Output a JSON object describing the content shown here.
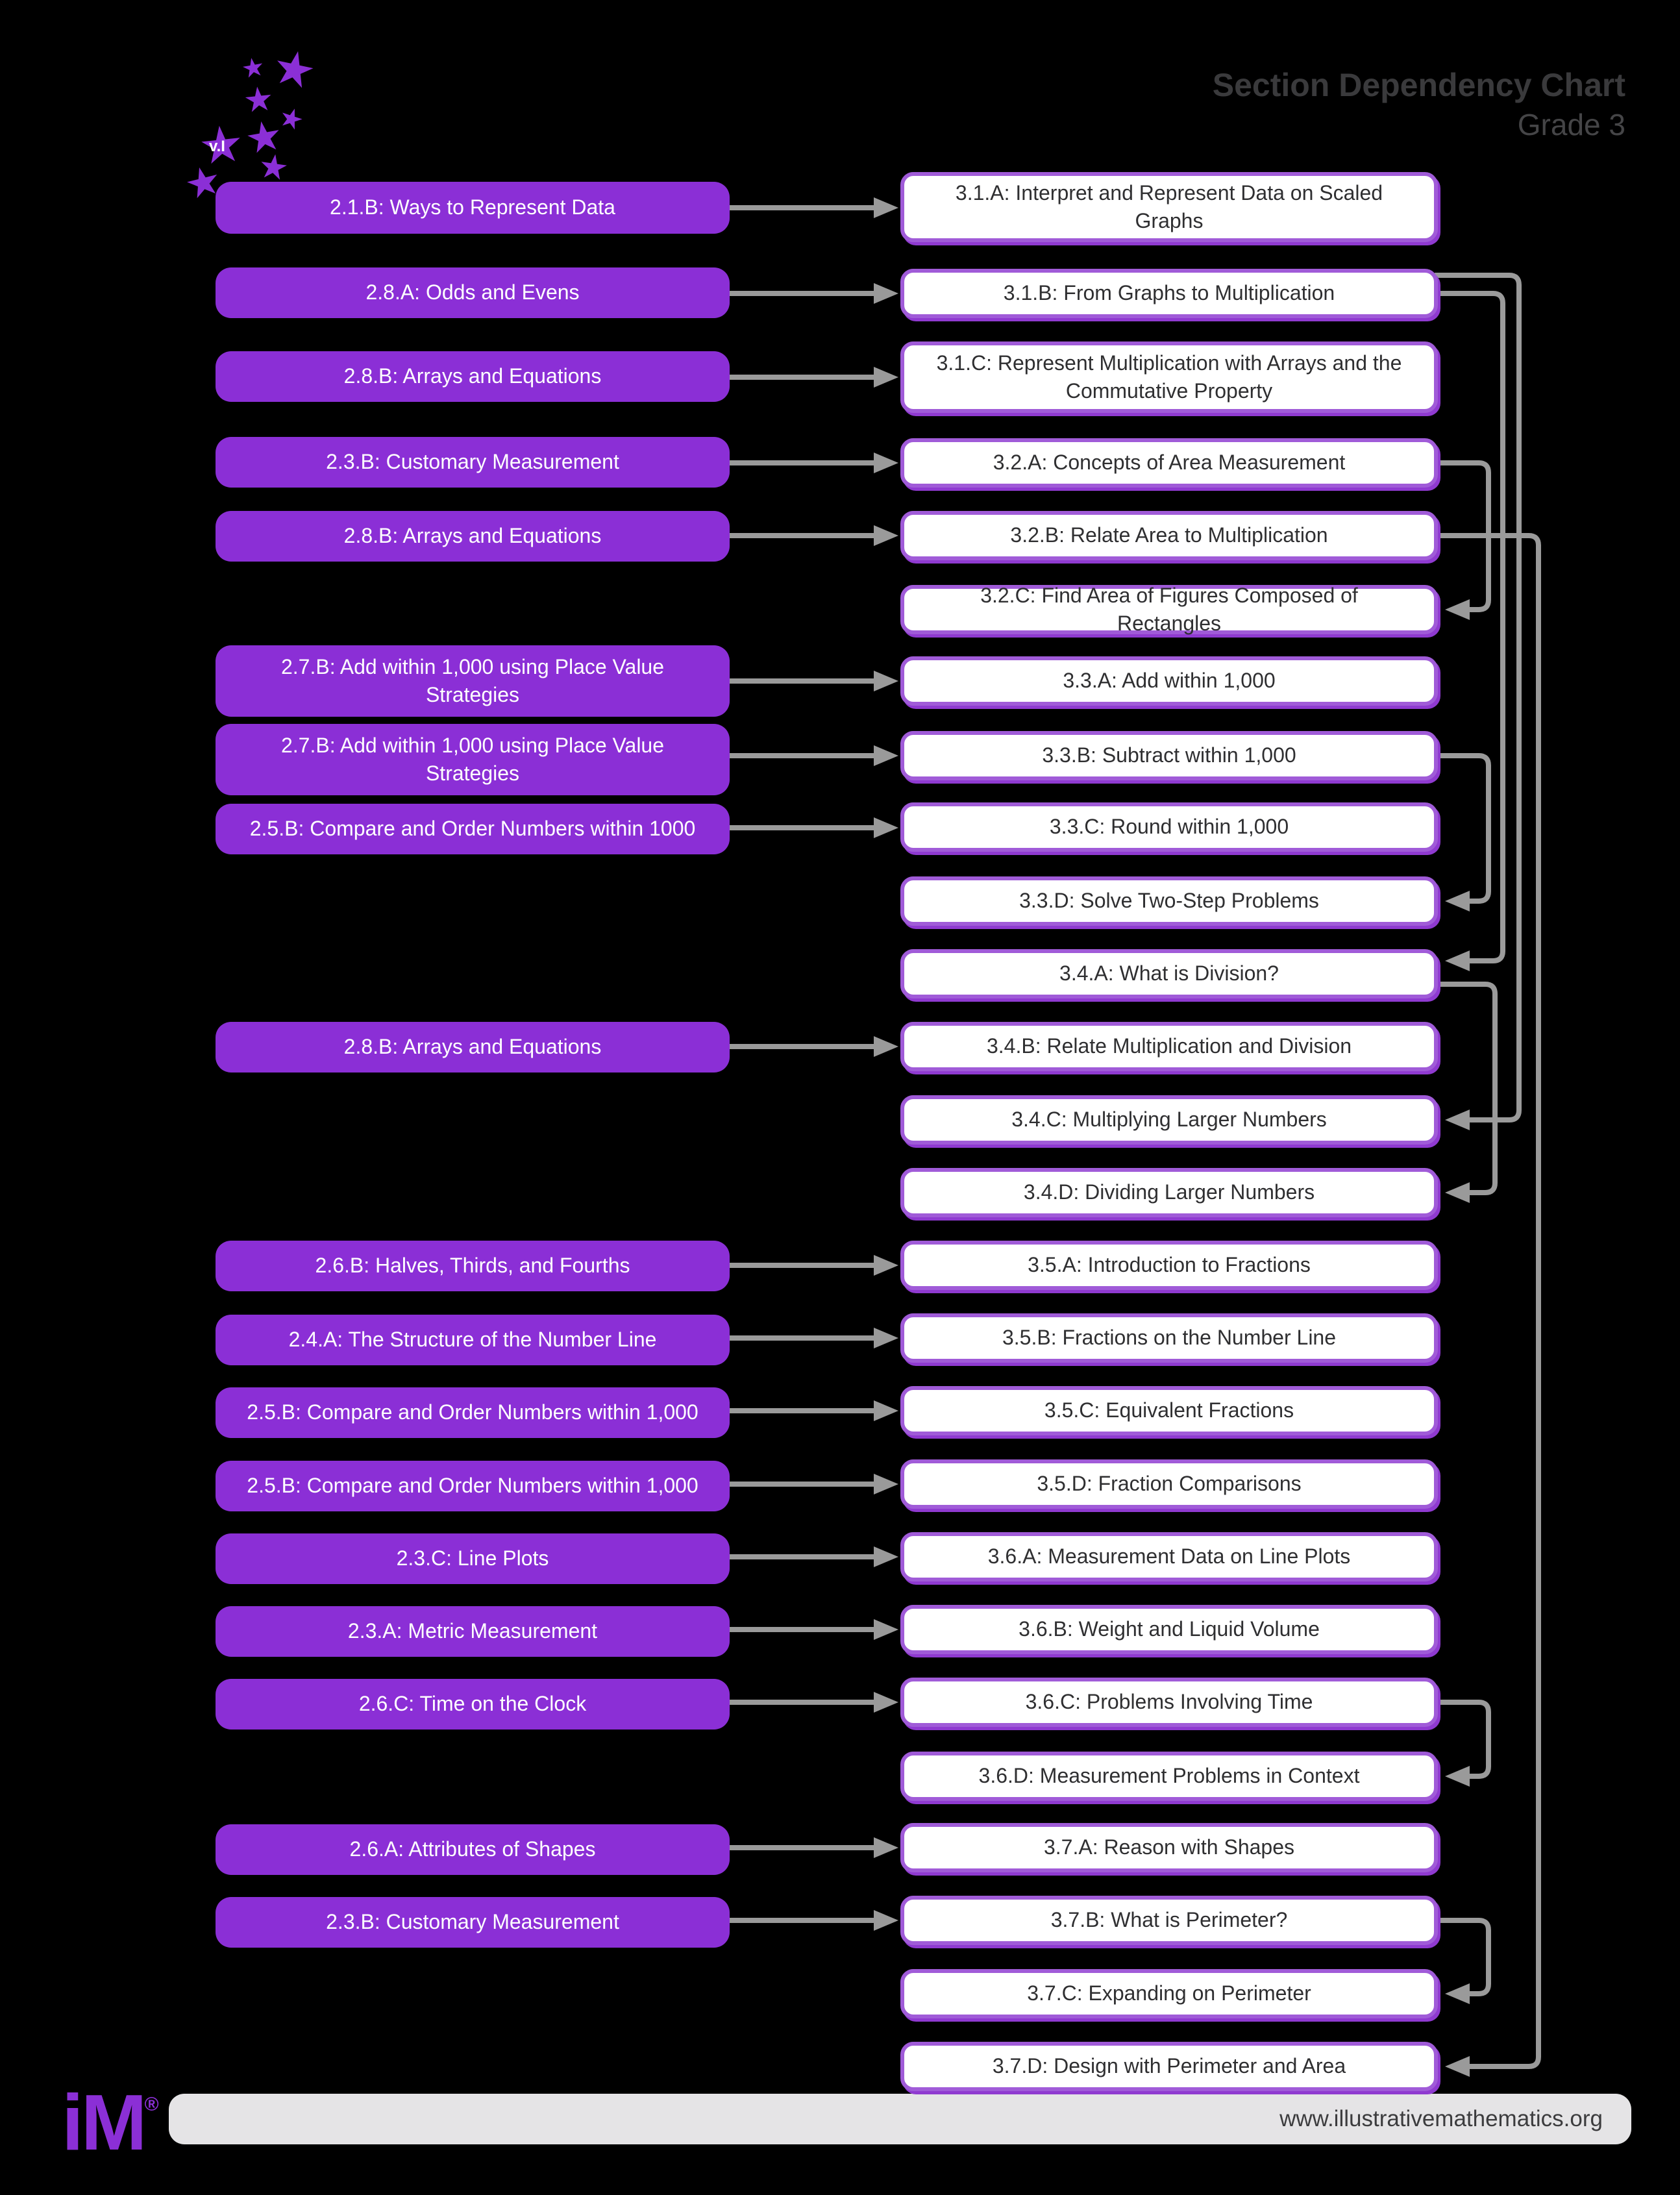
{
  "header": {
    "title": "Section Dependency Chart",
    "subtitle": "Grade 3"
  },
  "logo_top": {
    "star_glyph": "★",
    "version_label": "v.I"
  },
  "logo_bottom": {
    "wordmark": "iM",
    "registered": "®"
  },
  "footer": {
    "url": "www.illustrativemathematics.org"
  },
  "colors": {
    "background": "#000000",
    "grade2_box_fill": "#8B2FD6",
    "grade2_box_text": "#FFFFFF",
    "grade3_box_fill": "#FFFFFF",
    "grade3_box_border": "#A05BD8",
    "grade3_box_text": "#2F2F31",
    "arrow": "#9A9A9A",
    "header_text": "#3A3A3C",
    "footer_bar": "#E5E4E6",
    "footer_text": "#3C3C3E"
  },
  "rows": [
    {
      "left": "2.1.B: Ways to Represent Data",
      "right": "3.1.A: Interpret and Represent Data on Scaled Graphs"
    },
    {
      "left": "2.8.A: Odds and Evens",
      "right": "3.1.B: From Graphs to Multiplication"
    },
    {
      "left": "2.8.B: Arrays and Equations",
      "right": "3.1.C: Represent Multiplication with Arrays and the Commutative Property"
    },
    {
      "left": "2.3.B: Customary Measurement",
      "right": "3.2.A: Concepts of Area Measurement"
    },
    {
      "left": "2.8.B: Arrays and Equations",
      "right": "3.2.B: Relate Area to Multiplication"
    },
    {
      "right": "3.2.C: Find Area of Figures Composed of Rectangles"
    },
    {
      "left": "2.7.B: Add within 1,000 using Place Value Strategies",
      "right": "3.3.A: Add within 1,000"
    },
    {
      "left": "2.7.B: Add within 1,000 using Place Value Strategies",
      "right": "3.3.B: Subtract within 1,000"
    },
    {
      "left": "2.5.B: Compare and Order Numbers within 1000",
      "right": "3.3.C: Round within 1,000"
    },
    {
      "right": "3.3.D: Solve Two-Step Problems"
    },
    {
      "right": "3.4.A: What is Division?"
    },
    {
      "left": "2.8.B: Arrays and Equations",
      "right": "3.4.B: Relate Multiplication and Division"
    },
    {
      "right": "3.4.C: Multiplying Larger Numbers"
    },
    {
      "right": "3.4.D: Dividing Larger Numbers"
    },
    {
      "left": "2.6.B: Halves, Thirds, and Fourths",
      "right": "3.5.A: Introduction to Fractions"
    },
    {
      "left": "2.4.A: The Structure of the Number Line",
      "right": "3.5.B: Fractions on the Number Line"
    },
    {
      "left": "2.5.B: Compare and Order Numbers within 1,000",
      "right": "3.5.C: Equivalent Fractions"
    },
    {
      "left": "2.5.B: Compare and Order Numbers within 1,000",
      "right": "3.5.D: Fraction Comparisons"
    },
    {
      "left": "2.3.C: Line Plots",
      "right": "3.6.A: Measurement Data on Line Plots"
    },
    {
      "left": "2.3.A: Metric Measurement",
      "right": "3.6.B: Weight and Liquid Volume"
    },
    {
      "left": "2.6.C: Time on the Clock",
      "right": "3.6.C: Problems Involving Time"
    },
    {
      "right": "3.6.D: Measurement Problems in Context"
    },
    {
      "left": "2.6.A: Attributes of Shapes",
      "right": "3.7.A: Reason with Shapes"
    },
    {
      "left": "2.3.B: Customary Measurement",
      "right": "3.7.B: What is Perimeter?"
    },
    {
      "right": "3.7.C: Expanding on Perimeter"
    },
    {
      "right": "3.7.D: Design with Perimeter and Area"
    }
  ],
  "dependencies": {
    "grade2_to_grade3": [
      {
        "from": "2.1.B",
        "to": "3.1.A"
      },
      {
        "from": "2.8.A",
        "to": "3.1.B"
      },
      {
        "from": "2.8.B",
        "to": "3.1.C"
      },
      {
        "from": "2.3.B",
        "to": "3.2.A"
      },
      {
        "from": "2.8.B",
        "to": "3.2.B"
      },
      {
        "from": "2.7.B",
        "to": "3.3.A"
      },
      {
        "from": "2.7.B",
        "to": "3.3.B"
      },
      {
        "from": "2.5.B",
        "to": "3.3.C"
      },
      {
        "from": "2.8.B",
        "to": "3.4.B"
      },
      {
        "from": "2.6.B",
        "to": "3.5.A"
      },
      {
        "from": "2.4.A",
        "to": "3.5.B"
      },
      {
        "from": "2.5.B",
        "to": "3.5.C"
      },
      {
        "from": "2.5.B",
        "to": "3.5.D"
      },
      {
        "from": "2.3.C",
        "to": "3.6.A"
      },
      {
        "from": "2.3.A",
        "to": "3.6.B"
      },
      {
        "from": "2.6.C",
        "to": "3.6.C"
      },
      {
        "from": "2.6.A",
        "to": "3.7.A"
      },
      {
        "from": "2.3.B",
        "to": "3.7.B"
      }
    ],
    "within_grade3": [
      {
        "from": "3.1.B",
        "to": "3.4.A"
      },
      {
        "from": "3.1.B",
        "to": "3.4.C"
      },
      {
        "from": "3.2.A",
        "to": "3.2.C"
      },
      {
        "from": "3.2.B",
        "to": "3.7.D"
      },
      {
        "from": "3.3.B",
        "to": "3.3.D"
      },
      {
        "from": "3.4.A",
        "to": "3.4.D"
      },
      {
        "from": "3.6.C",
        "to": "3.6.D"
      },
      {
        "from": "3.7.B",
        "to": "3.7.C"
      }
    ]
  }
}
